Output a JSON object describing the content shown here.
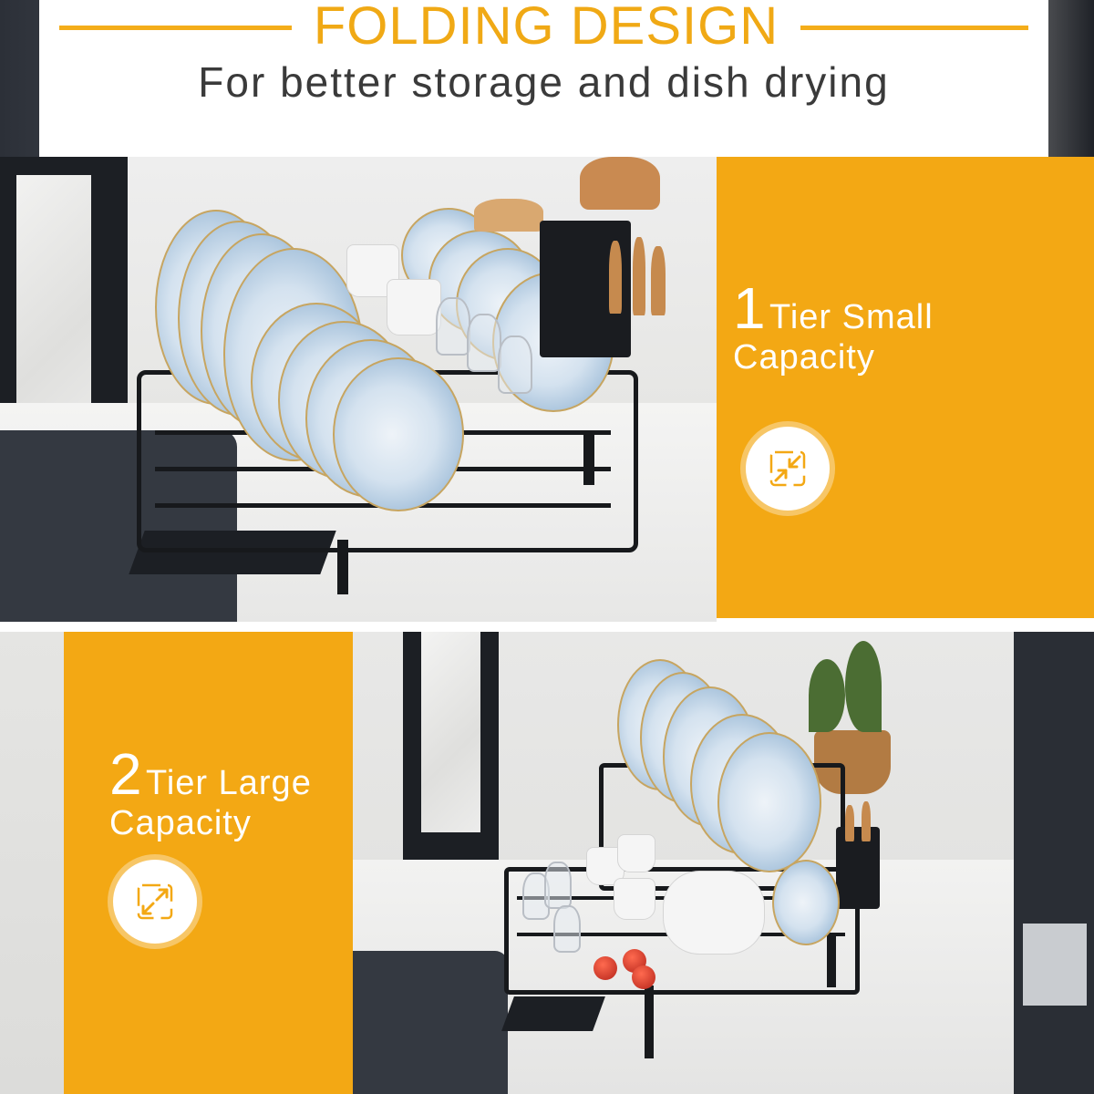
{
  "header": {
    "title": "FOLDING DESIGN",
    "subtitle": "For better storage and dish drying"
  },
  "panel_one_tier": {
    "number": "1",
    "word": "Tier Small",
    "line2": "Capacity",
    "icon": "compress-arrows-icon"
  },
  "panel_two_tier": {
    "number": "2",
    "word": "Tier Large",
    "line2": "Capacity",
    "icon": "expand-arrows-icon"
  },
  "colors": {
    "accent": "#f3a814",
    "title_color": "#f0a915",
    "subtitle_color": "#3a3a3a",
    "text_on_accent": "#ffffff"
  }
}
